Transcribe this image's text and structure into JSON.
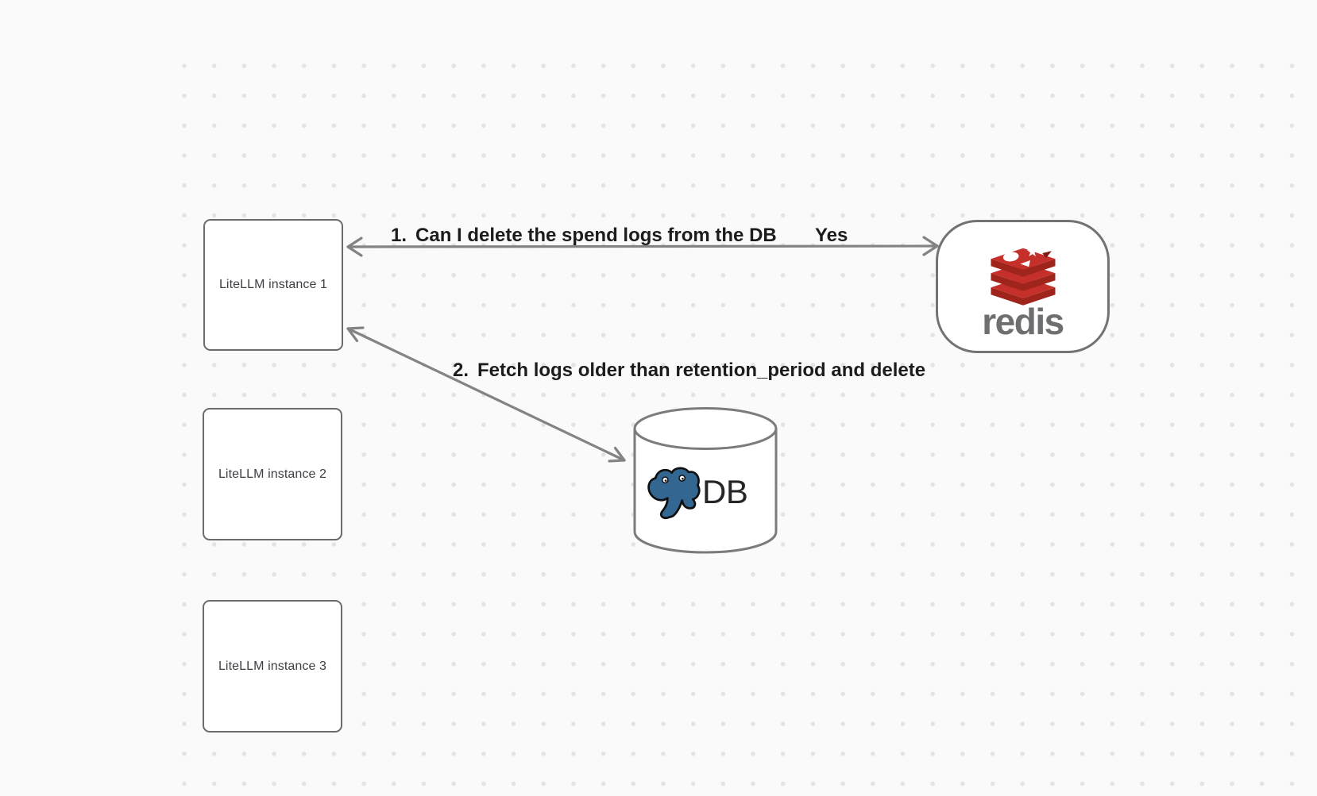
{
  "canvas": {
    "background_color": "#fafafa",
    "dot_color": "#e3e3e3"
  },
  "nodes": {
    "instance1": {
      "label": "LiteLLM instance 1"
    },
    "instance2": {
      "label": "LiteLLM instance 2"
    },
    "instance3": {
      "label": "LiteLLM instance 3"
    },
    "redis": {
      "wordmark": "redis"
    },
    "db": {
      "label": "DB"
    }
  },
  "edges": {
    "step1": {
      "number": "1.",
      "label": "Can I delete the spend logs from the DB",
      "response": "Yes",
      "from": "instance1",
      "to": "redis",
      "direction": "bidirectional"
    },
    "step2": {
      "number": "2.",
      "label": "Fetch logs older than retention_period and delete",
      "from": "instance1",
      "to": "db",
      "direction": "bidirectional"
    }
  },
  "colors": {
    "arrow": "#838385",
    "box_border": "#6b6b6f",
    "label_text": "#1c1c1e",
    "box_label_text": "#3e3e44",
    "redis_red": "#c6302b",
    "redis_red_dark": "#9f241c",
    "redis_wordmark": "#6d6f71",
    "postgres_blue": "#336791",
    "cylinder_border": "#7b7b7d"
  }
}
